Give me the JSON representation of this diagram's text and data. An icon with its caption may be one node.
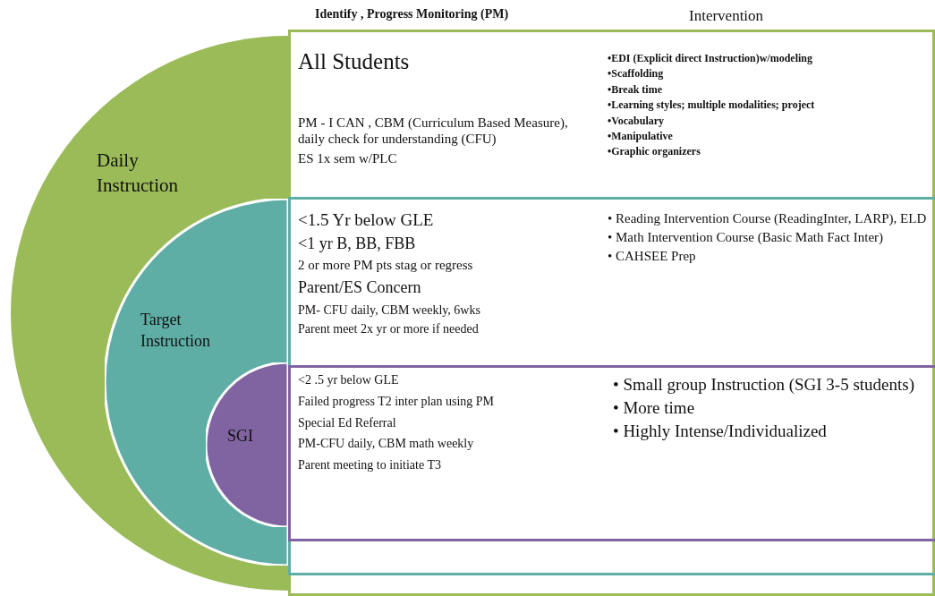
{
  "diagram": {
    "nodes": [
      {
        "text": [
          "Daily Instruction"
        ]
      },
      {
        "text": [
          "Target Instruction"
        ],
        "in": 0
      },
      {
        "text": [
          "SGI"
        ],
        "in": 1
      },
      {
        "text": [
          "All Students",
          "PM - I CAN , CBM (Curriculum Based Measure), daily check for understanding (CFU)",
          "ES 1x sem w/PLC",
          "•EDI (Explicit direct Instruction)w/modeling",
          "•Scaffolding",
          "•Break time",
          "•Learning styles; multiple modalities; project",
          "•Vocabulary",
          "•Manipulative",
          "•Graphic organizers"
        ]
      },
      {
        "text": [
          "<1.5 Yr below GLE",
          "<1 yr B, BB, FBB",
          "2 or more PM pts stag or regress",
          "Parent/ES Concern",
          "PM- CFU daily, CBM weekly, 6wks",
          "Parent meet 2x yr or more if needed",
          "• Reading Intervention Course (ReadingInter, LARP), ELD",
          "• Math Intervention Course (Basic Math Fact Inter)",
          "• CAHSEE Prep"
        ],
        "in": 3
      },
      {
        "text": [
          "<2 .5 yr below GLE",
          "Failed progress T2 inter plan using PM",
          "Special Ed Referral",
          "PM-CFU daily, CBM math weekly",
          "Parent meeting to initiate T3",
          "• Small group Instruction (SGI 3-5 students)",
          "• More time",
          "• Highly Intense/Individualized"
        ],
        "in": 4
      }
    ],
    "labels": [
      "Identify , Progress Monitoring (PM)",
      "Intervention"
    ]
  }
}
